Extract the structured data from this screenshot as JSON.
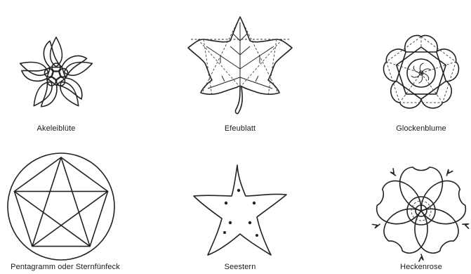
{
  "figures": [
    {
      "caption": "Akeleiblüte"
    },
    {
      "caption": "Efeublatt"
    },
    {
      "caption": "Glockenblume"
    },
    {
      "caption": "Pentagramm oder Sternfünfeck"
    },
    {
      "caption": "Seestern"
    },
    {
      "caption": "Heckenrose"
    }
  ]
}
